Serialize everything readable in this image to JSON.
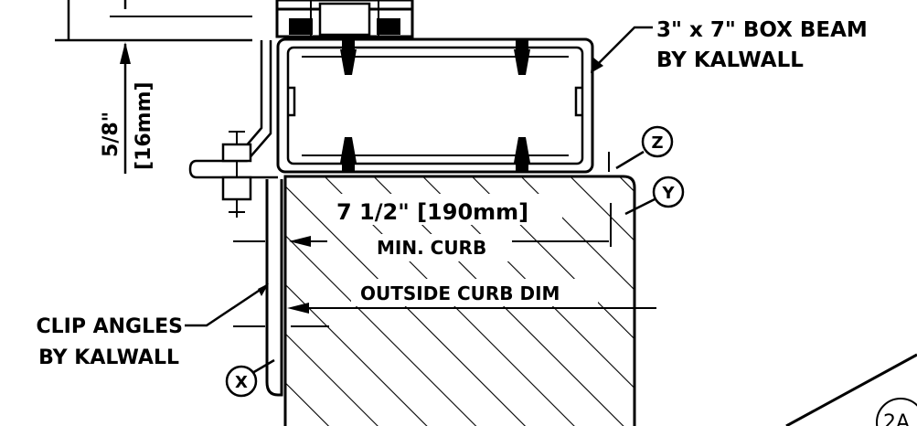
{
  "labels": {
    "box_beam_line1": "3\" x 7\" BOX BEAM",
    "box_beam_line2": "BY KALWALL",
    "dim_vertical": "5/8\"",
    "dim_vertical_metric": "[16mm]",
    "dim_curb_width": "7 1/2\" [190mm]",
    "min_curb": "MIN. CURB",
    "outside_curb_dim": "OUTSIDE CURB DIM",
    "clip_angles_line1": "CLIP ANGLES",
    "clip_angles_line2": "BY KALWALL",
    "callout_z": "Z",
    "callout_y": "Y",
    "callout_x": "X",
    "callout_2a": "2A"
  }
}
